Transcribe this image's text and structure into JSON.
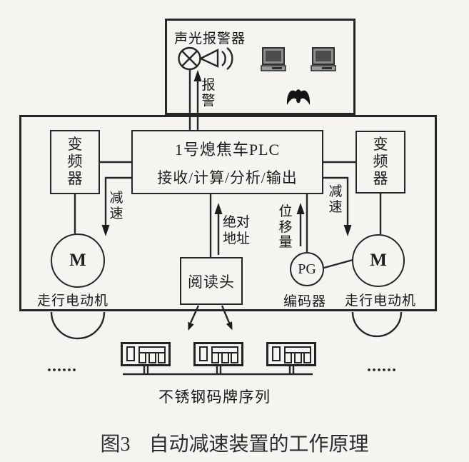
{
  "diagram": {
    "control_room": {
      "alarm_device_label": "声光报警器",
      "alarm_signal_label": "报警",
      "icons": {
        "lamp": "alarm-lamp-icon",
        "horn": "speaker-horn-icon",
        "workstations": "computer-icon",
        "operator": "operator-icon"
      }
    },
    "plc_box": {
      "title": "1号熄焦车PLC",
      "subtitle": "接收/计算/分析/输出"
    },
    "left_drive": {
      "vfd_label": "变频器",
      "decel_label": "减速",
      "motor_symbol": "M",
      "motor_label": "走行电动机"
    },
    "right_drive": {
      "vfd_label": "变频器",
      "decel_label": "减速",
      "motor_symbol": "M",
      "motor_label": "走行电动机"
    },
    "encoder": {
      "symbol": "PG",
      "label": "编码器",
      "signal_label": "位移量"
    },
    "reader": {
      "label": "阅读头",
      "signal_label": "绝对地址"
    },
    "plate_row": {
      "label": "不锈钢码牌序列",
      "plate_count": 3,
      "ellipsis_left": "......",
      "ellipsis_right": "......"
    }
  },
  "caption": {
    "figure_no": "图3",
    "title": "自动减速装置的工作原理"
  },
  "colors": {
    "line": "#262626",
    "paper": "#f5f4f1"
  }
}
